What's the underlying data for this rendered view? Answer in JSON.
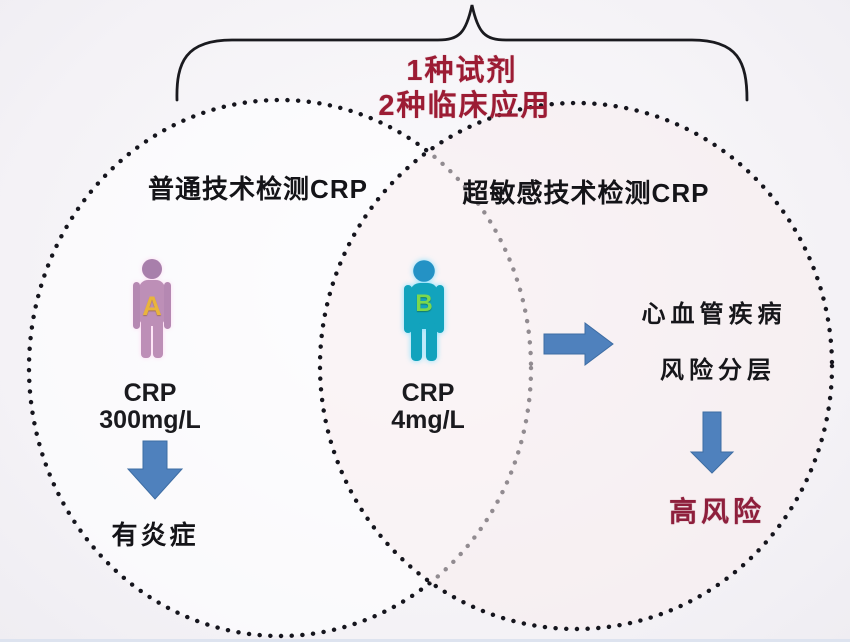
{
  "header": {
    "line1": "1种试剂",
    "line2": "2种临床应用",
    "text_color": "#9c1c34"
  },
  "venn": {
    "left_circle": {
      "title": "普通技术检测CRP",
      "person_label": "A",
      "value_line1": "CRP",
      "value_line2": "300mg/L",
      "conclusion": "有炎症"
    },
    "overlap": {
      "person_label": "B",
      "value_line1": "CRP",
      "value_line2": "4mg/L"
    },
    "right_circle": {
      "title": "超敏感技术检测CRP",
      "outcome_line1": "心血管疾病",
      "outcome_line2": "风险分层",
      "risk": "高风险",
      "risk_color": "#8e1f3c"
    }
  },
  "colors": {
    "arrow_blue": "#4f81bd",
    "person_a_body": "#bd8fb7",
    "person_a_head": "#a87fab",
    "person_b_body": "#12a3bd",
    "person_b_head": "#2492c5",
    "label_a": "#e9b43c",
    "label_b": "#7bd84e",
    "dotted_circle": "#15151d",
    "brace": "#1a1a1f"
  },
  "icons": {
    "brace": "curly-brace-icon",
    "person_a": "person-figure-icon",
    "person_b": "person-figure-icon",
    "left_arrow": "down-block-arrow-icon",
    "middle_arrow": "right-block-arrow-icon",
    "right_arrow": "down-block-arrow-icon"
  }
}
